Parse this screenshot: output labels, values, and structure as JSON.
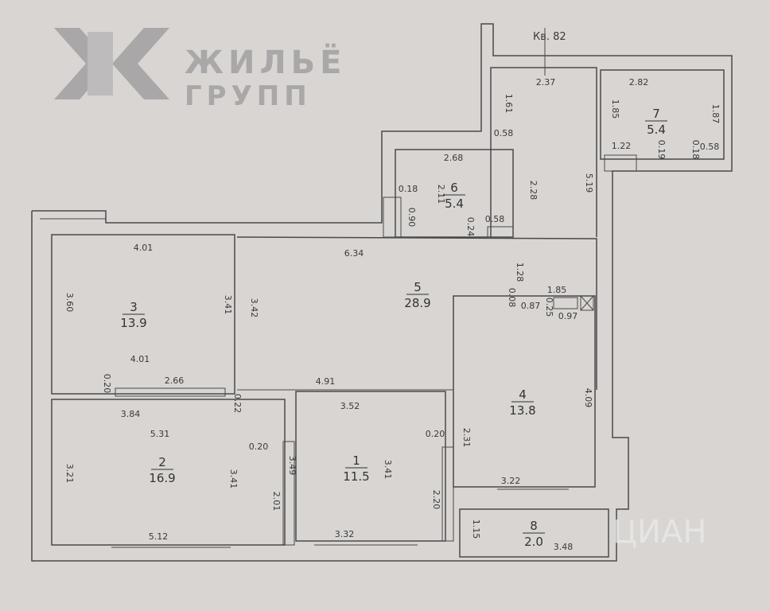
{
  "logo": {
    "line1": "ЖИЛЬЁ",
    "line2": "ГРУПП"
  },
  "apartment_label": "Кв. 82",
  "watermark": "ЦИАН",
  "rooms": [
    {
      "number": "1",
      "area": "11.5"
    },
    {
      "number": "2",
      "area": "16.9"
    },
    {
      "number": "3",
      "area": "13.9"
    },
    {
      "number": "4",
      "area": "13.8"
    },
    {
      "number": "5",
      "area": "28.9"
    },
    {
      "number": "6",
      "area": "5.4"
    },
    {
      "number": "7",
      "area": "5.4"
    },
    {
      "number": "8",
      "area": "2.0"
    }
  ],
  "dimensions": [
    "2.37",
    "1.61",
    "0.58",
    "2.82",
    "1.85",
    "1.87",
    "1.22",
    "0.19",
    "0.18",
    "0.58",
    "2.68",
    "0.18",
    "2.11",
    "0.90",
    "0.24",
    "0.58",
    "2.28",
    "5.19",
    "4.01",
    "3.60",
    "3.41",
    "3.42",
    "4.01",
    "0.20",
    "2.66",
    "6.34",
    "1.28",
    "1.85",
    "0.08",
    "0.87",
    "0.25",
    "0.97",
    "4.91",
    "0.22",
    "3.84",
    "5.31",
    "0.20",
    "3.21",
    "3.41",
    "2.01",
    "5.12",
    "3.52",
    "0.20",
    "3.49",
    "3.41",
    "2.20",
    "3.32",
    "2.31",
    "4.09",
    "3.22",
    "1.15",
    "3.48"
  ],
  "colors": {
    "background": "#d8d5d2",
    "lines": "#4a4a4a",
    "logo": "#a9a7a8"
  }
}
